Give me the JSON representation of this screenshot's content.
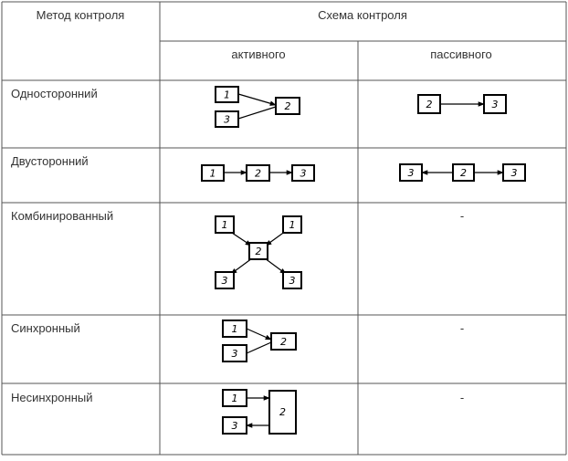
{
  "header": {
    "method": "Метод контроля",
    "scheme": "Схема контроля",
    "active": "активного",
    "passive": "пассивного"
  },
  "rows": [
    {
      "label": "Односторонний",
      "passive_dash": ""
    },
    {
      "label": "Двусторонний",
      "passive_dash": ""
    },
    {
      "label": "Комбинированный",
      "passive_dash": "-"
    },
    {
      "label": "Синхронный",
      "passive_dash": "-"
    },
    {
      "label": "Несинхронный",
      "passive_dash": "-"
    }
  ],
  "diagrams": {
    "r1_active": {
      "top": "1",
      "bottom": "3",
      "target": "2"
    },
    "r1_passive": {
      "left": "2",
      "right": "3"
    },
    "r2_active": {
      "a": "1",
      "b": "2",
      "c": "3"
    },
    "r2_passive": {
      "left": "3",
      "center": "2",
      "right": "3"
    },
    "r3_active": {
      "top_left": "1",
      "top_right": "1",
      "center": "2",
      "bottom_left": "3",
      "bottom_right": "3"
    },
    "r4_active": {
      "top": "1",
      "bottom": "3",
      "target": "2"
    },
    "r5_active": {
      "top": "1",
      "bottom": "3",
      "target": "2"
    }
  },
  "colors": {
    "text": "#333333",
    "lines": "#555555",
    "shapes": "#000000"
  }
}
